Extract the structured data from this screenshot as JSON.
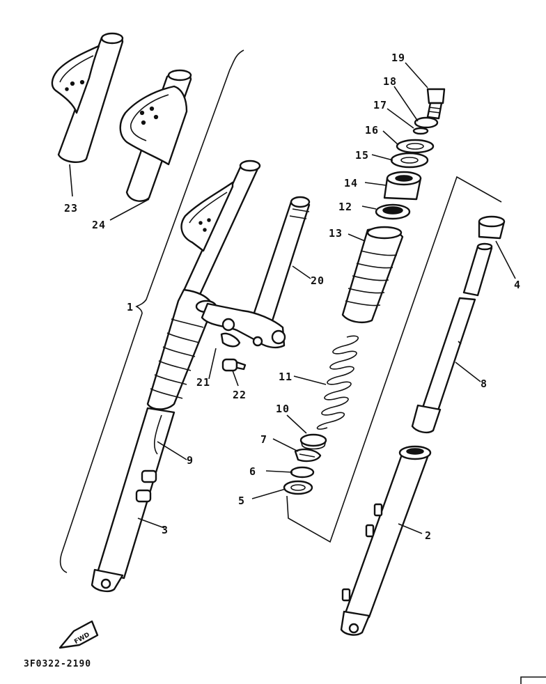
{
  "diagram": {
    "code": "3F0322-2190",
    "fwd_label": "FWD",
    "callouts": [
      "1",
      "2",
      "3",
      "4",
      "5",
      "6",
      "7",
      "8",
      "9",
      "10",
      "11",
      "12",
      "13",
      "14",
      "15",
      "16",
      "17",
      "18",
      "19",
      "20",
      "21",
      "22",
      "23",
      "24"
    ]
  }
}
